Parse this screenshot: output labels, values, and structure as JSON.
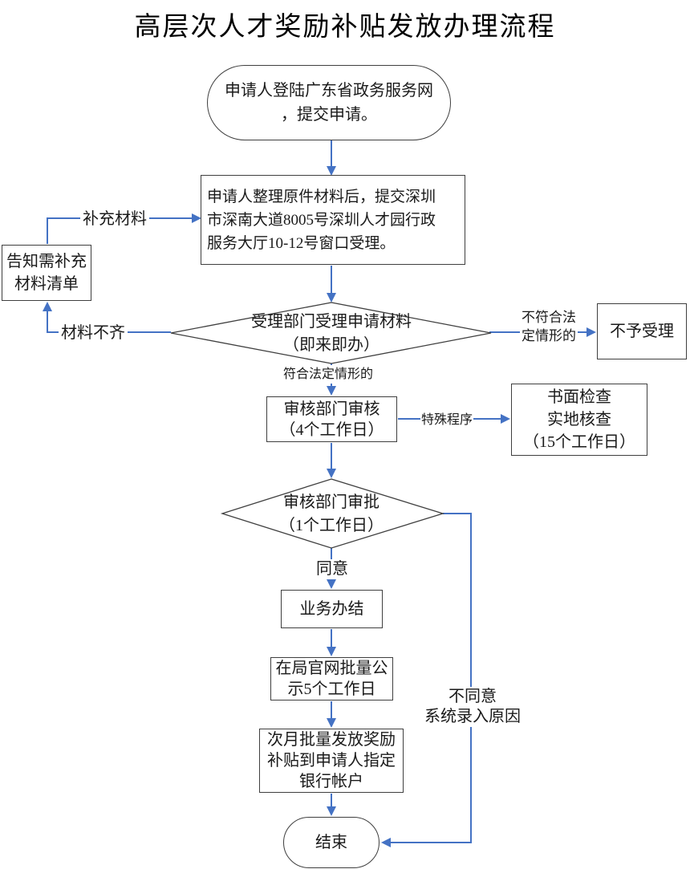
{
  "title": "高层次人才奖励补贴发放办理流程",
  "colors": {
    "connector": "#4472C4",
    "shape_border": "#3f3f3f"
  },
  "nodes": {
    "start": "申请人登陆广东省政务服务网\n，提交申请。",
    "submit": "申请人整理原件材料后，提交深圳\n市深南大道8005号深圳人才园行政\n服务大厅10-12号窗口受理。",
    "supplement_list": "告知需补充\n材料清单",
    "accept": "受理部门受理申请材料\n（即来即办）",
    "reject": "不予受理",
    "review": "审核部门审核\n（4个工作日）",
    "inspect": "书面检查\n实地核查\n（15个工作日）",
    "approve": "审核部门审批\n（1个工作日）",
    "complete": "业务办结",
    "publicity": "在局官网批量公\n示5个工作日",
    "payment": "次月批量发放奖励\n补贴到申请人指定\n银行帐户",
    "end": "结束"
  },
  "labels": {
    "supplement": "补充材料",
    "incomplete": "材料不齐",
    "not_conform": "不符合法\n定情形的",
    "conform": "符合法定情形的",
    "special": "特殊程序",
    "agree": "同意",
    "disagree": "不同意\n系统录入原因"
  }
}
